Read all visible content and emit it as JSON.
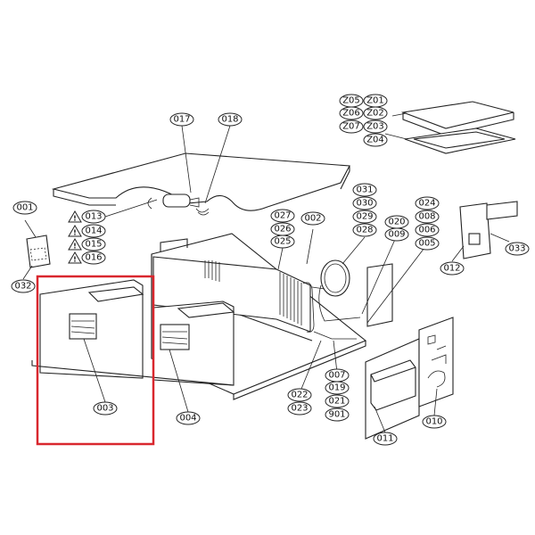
{
  "callouts": {
    "p001": "001",
    "p032": "032",
    "p013": "013",
    "p014": "014",
    "p015": "015",
    "p016": "016",
    "p017": "017",
    "p018": "018",
    "p003": "003",
    "p004": "004",
    "p027": "027",
    "p026": "026",
    "p025": "025",
    "p002": "002",
    "p031": "031",
    "p030": "030",
    "p029": "029",
    "p028": "028",
    "p020": "020",
    "p009": "009",
    "p024": "024",
    "p008": "008",
    "p006": "006",
    "p005": "005",
    "p012": "012",
    "p033": "033",
    "pZ05": "Z05",
    "pZ01": "Z01",
    "pZ06": "Z06",
    "pZ02": "Z02",
    "pZ07": "Z07",
    "pZ03": "Z03",
    "pZ04": "Z04",
    "p007": "007",
    "p019": "019",
    "p021": "021",
    "p901": "901",
    "p022": "022",
    "p023": "023",
    "p011": "011",
    "p010": "010"
  },
  "warning_symbol": "!",
  "highlight_color": "#d9272e"
}
